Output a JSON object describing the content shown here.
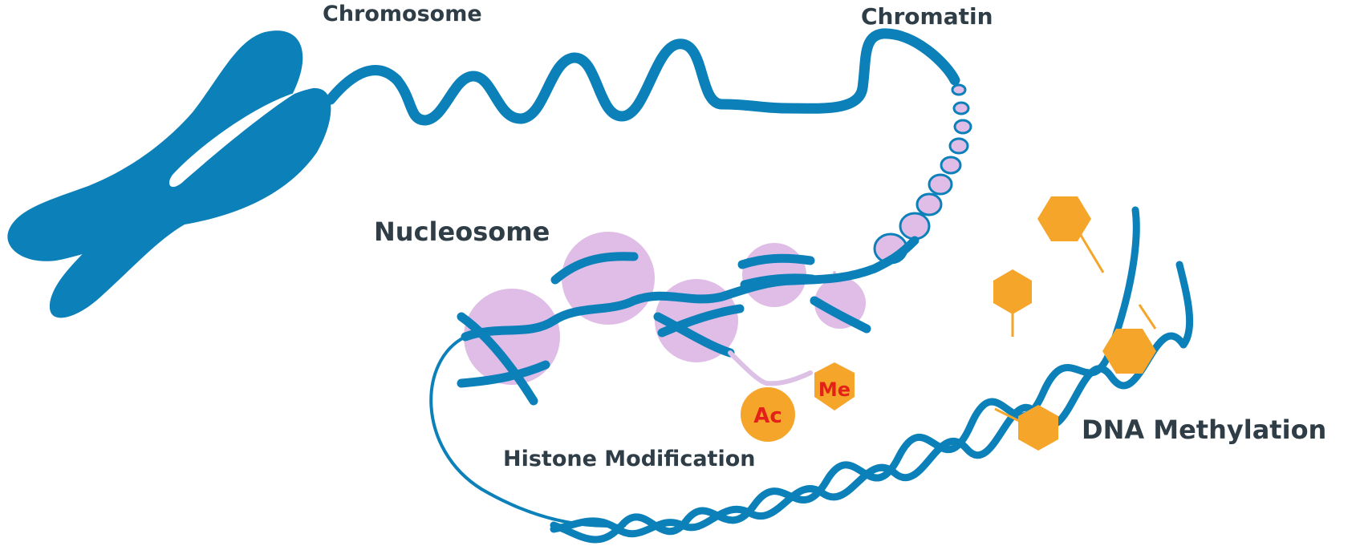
{
  "diagram": {
    "colors": {
      "dna": "#0b80b9",
      "histone": "#dfbde6",
      "methyl": "#f5a52a",
      "label": "#2f3d47",
      "mark_text": "#e32119",
      "tail": "#dcc0e6"
    },
    "labels": {
      "chromosome": "Chromosome",
      "chromatin": "Chromatin",
      "nucleosome": "Nucleosome",
      "histone_modification": "Histone Modification",
      "dna_methylation": "DNA Methylation"
    },
    "histone_marks": {
      "acetyl": "Ac",
      "methyl": "Me"
    }
  }
}
